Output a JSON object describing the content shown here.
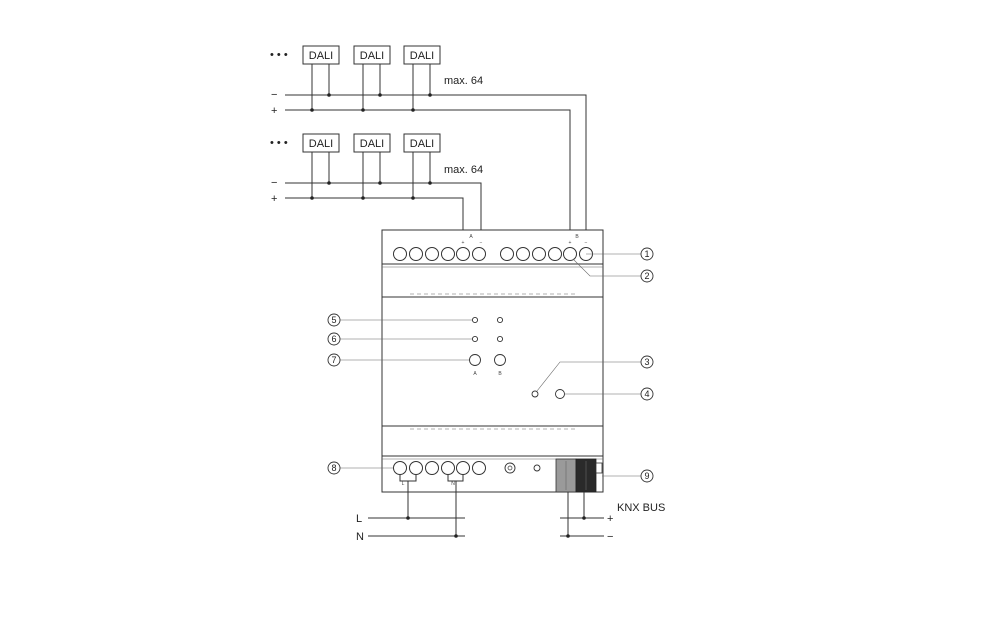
{
  "top_group": {
    "ellipsis": "• • •",
    "devices": [
      "DALI",
      "DALI",
      "DALI"
    ],
    "max_label": "max. 64",
    "minus": "−",
    "plus": "+"
  },
  "middle_group": {
    "ellipsis": "• • •",
    "devices": [
      "DALI",
      "DALI",
      "DALI"
    ],
    "max_label": "max. 64",
    "minus": "−",
    "plus": "+"
  },
  "terminal_top": {
    "channel_a": "A",
    "channel_b": "B",
    "a_plus": "+",
    "a_minus": "−",
    "b_plus": "+",
    "b_minus": "−"
  },
  "buttons": {
    "a_label": "A",
    "b_label": "B"
  },
  "callouts": [
    "1",
    "2",
    "3",
    "4",
    "5",
    "6",
    "7",
    "8",
    "9"
  ],
  "terminal_bottom": {
    "l_small": "L",
    "n_small": "N"
  },
  "mains": {
    "l_label": "L",
    "n_label": "N"
  },
  "knx": {
    "bus_label": "KNX BUS",
    "plus": "+",
    "minus": "−"
  }
}
